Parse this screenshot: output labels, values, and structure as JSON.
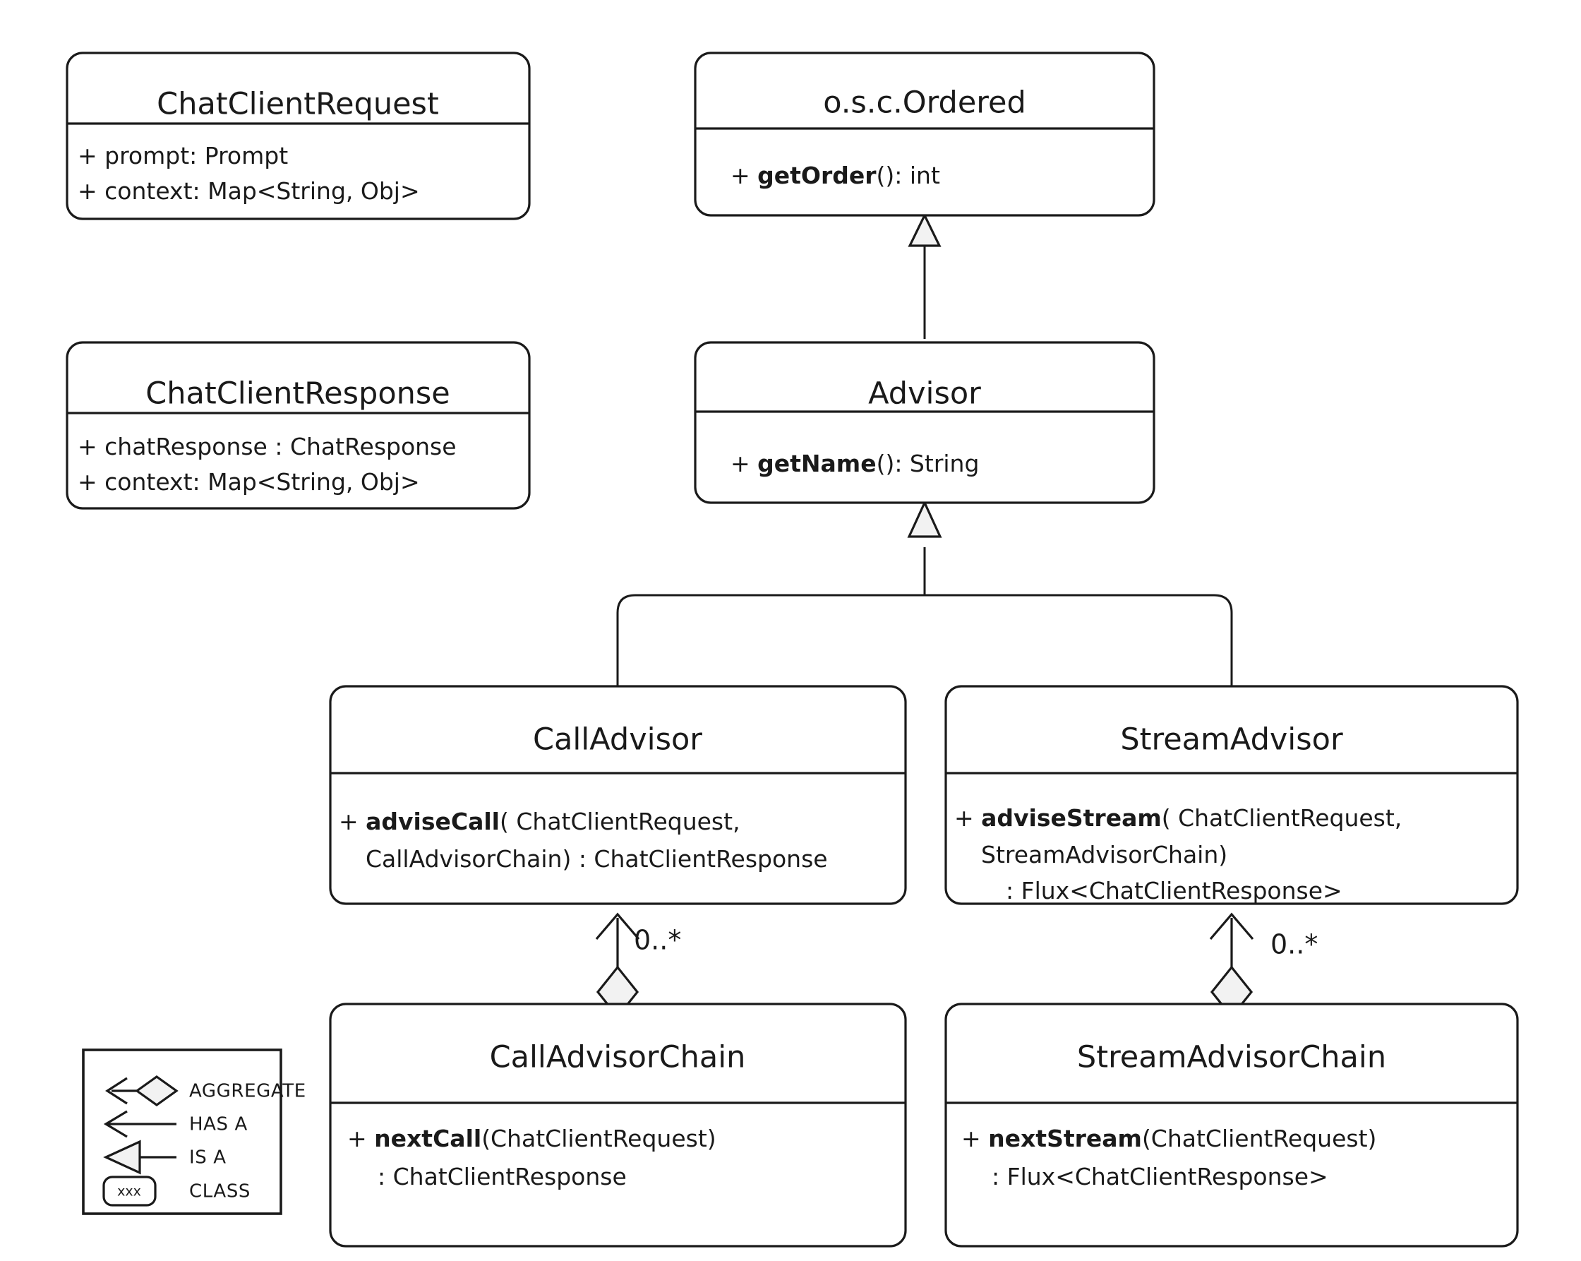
{
  "diagram": {
    "kind": "uml-class-diagram",
    "background_color": "#ffffff",
    "line_color": "#1a1a1a",
    "fill_color": "#ffffff",
    "shape_fill_color": "#f2f2f2"
  },
  "classes": {
    "chat_client_request": {
      "name": "ChatClientRequest",
      "members": [
        {
          "prefix": "+ ",
          "bold": "",
          "rest": "prompt: Prompt"
        },
        {
          "prefix": "+ ",
          "bold": "",
          "rest": "context: Map<String, Obj>"
        }
      ]
    },
    "chat_client_response": {
      "name": "ChatClientResponse",
      "members": [
        {
          "prefix": "+ ",
          "bold": "",
          "rest": "chatResponse : ChatResponse"
        },
        {
          "prefix": "+ ",
          "bold": "",
          "rest": "context: Map<String, Obj>"
        }
      ]
    },
    "ordered": {
      "name": "o.s.c.Ordered",
      "members": [
        {
          "prefix": "+ ",
          "bold": "getOrder",
          "rest": "(): int"
        }
      ]
    },
    "advisor": {
      "name": "Advisor",
      "members": [
        {
          "prefix": "+ ",
          "bold": "getName",
          "rest": "(): String"
        }
      ]
    },
    "call_advisor": {
      "name": "CallAdvisor",
      "members": [
        {
          "prefix": "+ ",
          "bold": "adviseCall",
          "rest": "( ChatClientRequest,"
        },
        {
          "prefix": "",
          "bold": "",
          "rest": "CallAdvisorChain) : ChatClientResponse"
        }
      ]
    },
    "stream_advisor": {
      "name": "StreamAdvisor",
      "members": [
        {
          "prefix": "+ ",
          "bold": "adviseStream",
          "rest": "( ChatClientRequest,"
        },
        {
          "prefix": "",
          "bold": "",
          "rest": "StreamAdvisorChain)"
        },
        {
          "prefix": "",
          "bold": "",
          "rest": ": Flux<ChatClientResponse>"
        }
      ]
    },
    "call_advisor_chain": {
      "name": "CallAdvisorChain",
      "members": [
        {
          "prefix": "+ ",
          "bold": "nextCall",
          "rest": "(ChatClientRequest)"
        },
        {
          "prefix": "",
          "bold": "",
          "rest": ": ChatClientResponse"
        }
      ]
    },
    "stream_advisor_chain": {
      "name": "StreamAdvisorChain",
      "members": [
        {
          "prefix": "+ ",
          "bold": "nextStream",
          "rest": "(ChatClientRequest)"
        },
        {
          "prefix": "",
          "bold": "",
          "rest": ": Flux<ChatClientResponse>"
        }
      ]
    }
  },
  "relationships": [
    {
      "from": "Advisor",
      "to": "o.s.c.Ordered",
      "type": "generalization",
      "multiplicity": ""
    },
    {
      "from": "CallAdvisor",
      "to": "Advisor",
      "type": "generalization",
      "multiplicity": ""
    },
    {
      "from": "StreamAdvisor",
      "to": "Advisor",
      "type": "generalization",
      "multiplicity": ""
    },
    {
      "from": "CallAdvisorChain",
      "to": "CallAdvisor",
      "type": "aggregation",
      "multiplicity": "0..*"
    },
    {
      "from": "StreamAdvisorChain",
      "to": "StreamAdvisor",
      "type": "aggregation",
      "multiplicity": "0..*"
    }
  ],
  "multiplicities": {
    "call_chain": "0..*",
    "stream_chain": "0..*"
  },
  "legend": {
    "items": [
      {
        "icon": "aggregate-icon",
        "label": "AGGREGATE"
      },
      {
        "icon": "has-a-arrow-icon",
        "label": "HAS A"
      },
      {
        "icon": "is-a-triangle-icon",
        "label": "IS A"
      },
      {
        "icon": "class-box-icon",
        "label": "CLASS",
        "sample_text": "xxx"
      }
    ]
  }
}
